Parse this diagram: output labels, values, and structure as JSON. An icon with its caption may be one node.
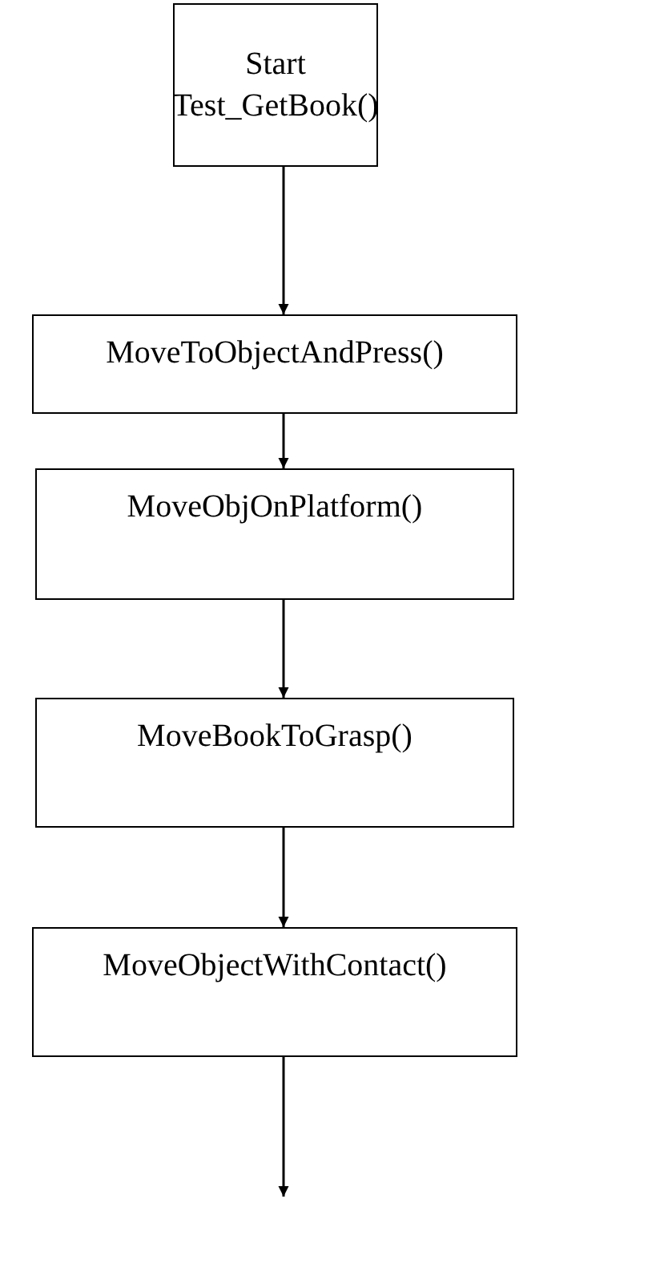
{
  "diagram": {
    "nodes": [
      {
        "text": [
          "Start Test_GetBook()"
        ]
      },
      {
        "text": [
          "MoveToObjectAndPress()"
        ]
      },
      {
        "text": [
          "MoveObjOnPlatform()"
        ]
      },
      {
        "text": [
          "MoveBookToGrasp()"
        ]
      },
      {
        "text": [
          "MoveObjectWithContact()"
        ]
      }
    ],
    "edges": [
      {
        "from": 0,
        "to": 1,
        "arrow": "to"
      },
      {
        "from": 1,
        "to": 2,
        "arrow": "to"
      },
      {
        "from": 2,
        "to": 3,
        "arrow": "to"
      },
      {
        "from": 3,
        "to": 4,
        "arrow": "to"
      },
      {
        "from": 4,
        "to": null,
        "arrow": "to"
      }
    ]
  }
}
